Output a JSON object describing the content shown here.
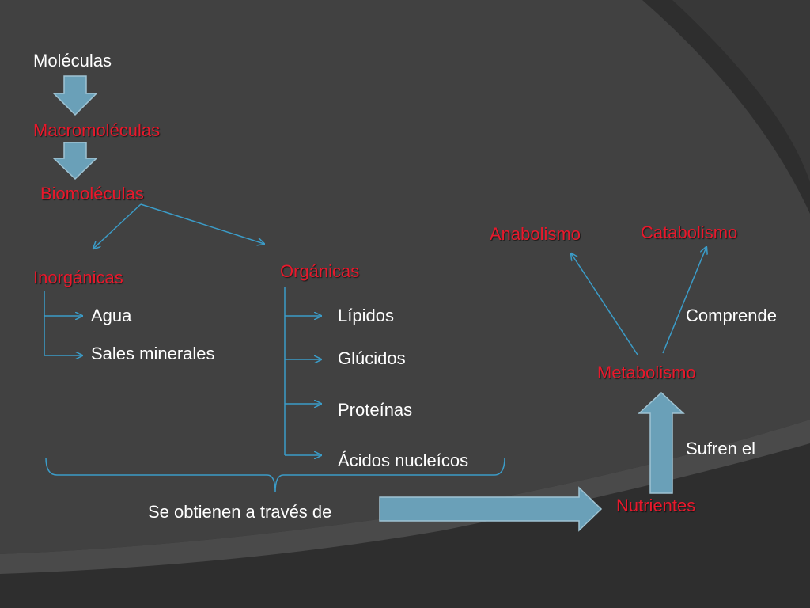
{
  "colors": {
    "background": "#2e2e2e",
    "panel": "#414141",
    "panel_edge": "#545454",
    "highlight_text": "#e8192c",
    "normal_text": "#ffffff",
    "connector": "#3b9cc8",
    "block_arrow_fill": "#6aa0b8"
  },
  "nodes": {
    "moleculas": "Moléculas",
    "macromoleculas": "Macromoléculas",
    "biomoleculas": "Biomoléculas",
    "inorganicas": "Inorgánicas",
    "organicas": "Orgánicas",
    "agua": "Agua",
    "sales_minerales": "Sales minerales",
    "lipidos": "Lípidos",
    "glucidos": "Glúcidos",
    "proteinas": "Proteínas",
    "acidos_nucleicos": "Ácidos nucleícos",
    "se_obtienen": "Se obtienen a través de",
    "nutrientes": "Nutrientes",
    "sufren_el": "Sufren el",
    "metabolismo": "Metabolismo",
    "comprende": "Comprende",
    "anabolismo": "Anabolismo",
    "catabolismo": "Catabolismo"
  }
}
